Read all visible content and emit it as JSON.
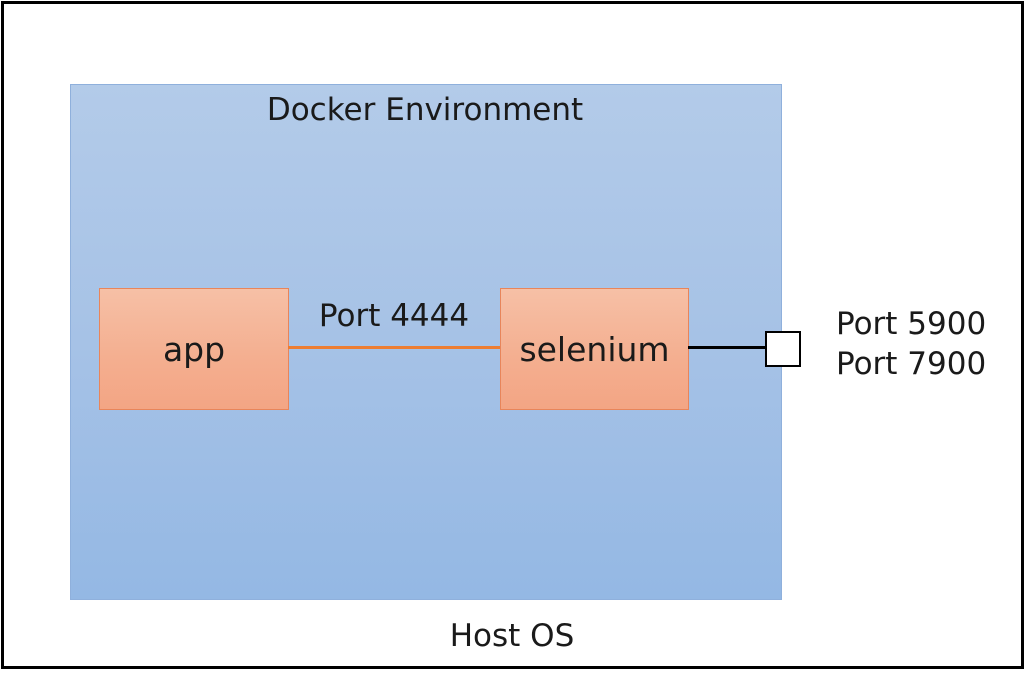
{
  "diagram": {
    "host": {
      "label": "Host OS"
    },
    "docker_environment": {
      "label": "Docker Environment"
    },
    "nodes": {
      "app": "app",
      "selenium": "selenium"
    },
    "links": {
      "app_to_selenium": "Port 4444",
      "exposed_ports": [
        "Port 5900",
        "Port 7900"
      ]
    }
  },
  "colors": {
    "host_border": "#000000",
    "docker_fill": "#a6c2e6",
    "node_fill": "#f4ae8f",
    "internal_link": "#ed7d31",
    "external_link": "#000000"
  }
}
